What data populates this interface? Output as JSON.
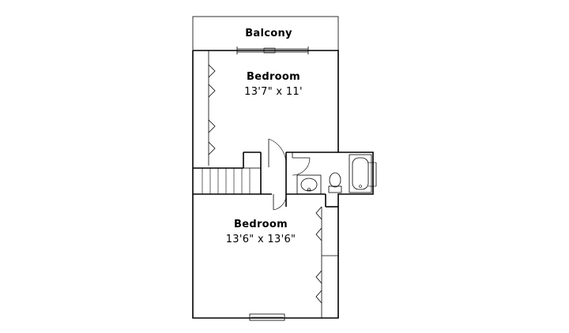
{
  "rooms": {
    "balcony": {
      "name": "Balcony"
    },
    "upper_bedroom": {
      "name": "Bedroom",
      "size": "13'7\" x 11'"
    },
    "lower_bedroom": {
      "name": "Bedroom",
      "size": "13'6\" x 13'6\""
    }
  }
}
